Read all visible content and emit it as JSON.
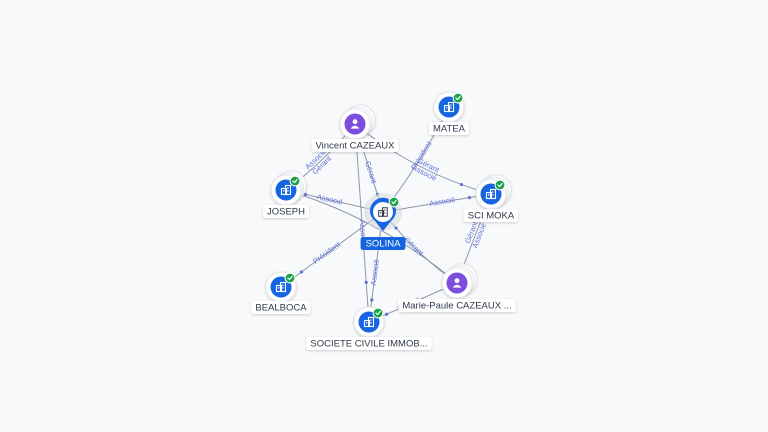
{
  "colors": {
    "edge": "#8d96a8",
    "edge_label": "#5b72d8",
    "company_node": "#1565e0",
    "person_node": "#7c4dde",
    "verified": "#1aa34a",
    "center_label_bg": "#1565e0"
  },
  "center": {
    "id": "solina",
    "label": "SOLINA",
    "icon": "building-icon",
    "verified": true
  },
  "nodes": [
    {
      "id": "vincent",
      "label": "Vincent CAZEAUX",
      "kind": "person",
      "icon": "person-icon",
      "stacked": true,
      "verified": false
    },
    {
      "id": "matea",
      "label": "MATEA",
      "kind": "company",
      "icon": "building-icon",
      "stacked": false,
      "verified": true
    },
    {
      "id": "joseph",
      "label": "JOSEPH",
      "kind": "company",
      "icon": "building-icon",
      "stacked": true,
      "verified": true
    },
    {
      "id": "scimoka",
      "label": "SCI MOKA",
      "kind": "company",
      "icon": "building-icon",
      "stacked": true,
      "verified": true
    },
    {
      "id": "bealboca",
      "label": "BEALBOCA",
      "kind": "company",
      "icon": "building-icon",
      "stacked": false,
      "verified": true
    },
    {
      "id": "marie",
      "label": "Marie-Paule CAZEAUX ...",
      "kind": "person",
      "icon": "person-icon",
      "stacked": true,
      "verified": false
    },
    {
      "id": "sci_immo",
      "label": "SOCIETE CIVILE IMMOB...",
      "kind": "company",
      "icon": "building-icon",
      "stacked": false,
      "verified": true
    }
  ],
  "edges": [
    {
      "from": "vincent",
      "to": "solina",
      "labels": [
        "Gérant"
      ]
    },
    {
      "from": "vincent",
      "to": "joseph",
      "labels": [
        "Gérant",
        "Associé"
      ]
    },
    {
      "from": "vincent",
      "to": "scimoka",
      "labels": [
        "Gérant",
        "Associé"
      ]
    },
    {
      "from": "vincent",
      "to": "sci_immo",
      "labels": [
        "Associé"
      ]
    },
    {
      "from": "solina",
      "to": "matea",
      "labels": [
        "Président"
      ]
    },
    {
      "from": "solina",
      "to": "joseph",
      "labels": [
        "Associé"
      ]
    },
    {
      "from": "solina",
      "to": "scimoka",
      "labels": [
        "Associé"
      ]
    },
    {
      "from": "solina",
      "to": "bealboca",
      "labels": [
        "Président"
      ]
    },
    {
      "from": "solina",
      "to": "sci_immo",
      "labels": [
        "Associé"
      ]
    },
    {
      "from": "marie",
      "to": "solina",
      "labels": [
        "Gérant"
      ]
    },
    {
      "from": "marie",
      "to": "scimoka",
      "labels": [
        "Gérant",
        "Associé"
      ]
    },
    {
      "from": "marie",
      "to": "joseph",
      "labels": []
    },
    {
      "from": "marie",
      "to": "sci_immo",
      "labels": [
        "Gérant"
      ]
    }
  ]
}
